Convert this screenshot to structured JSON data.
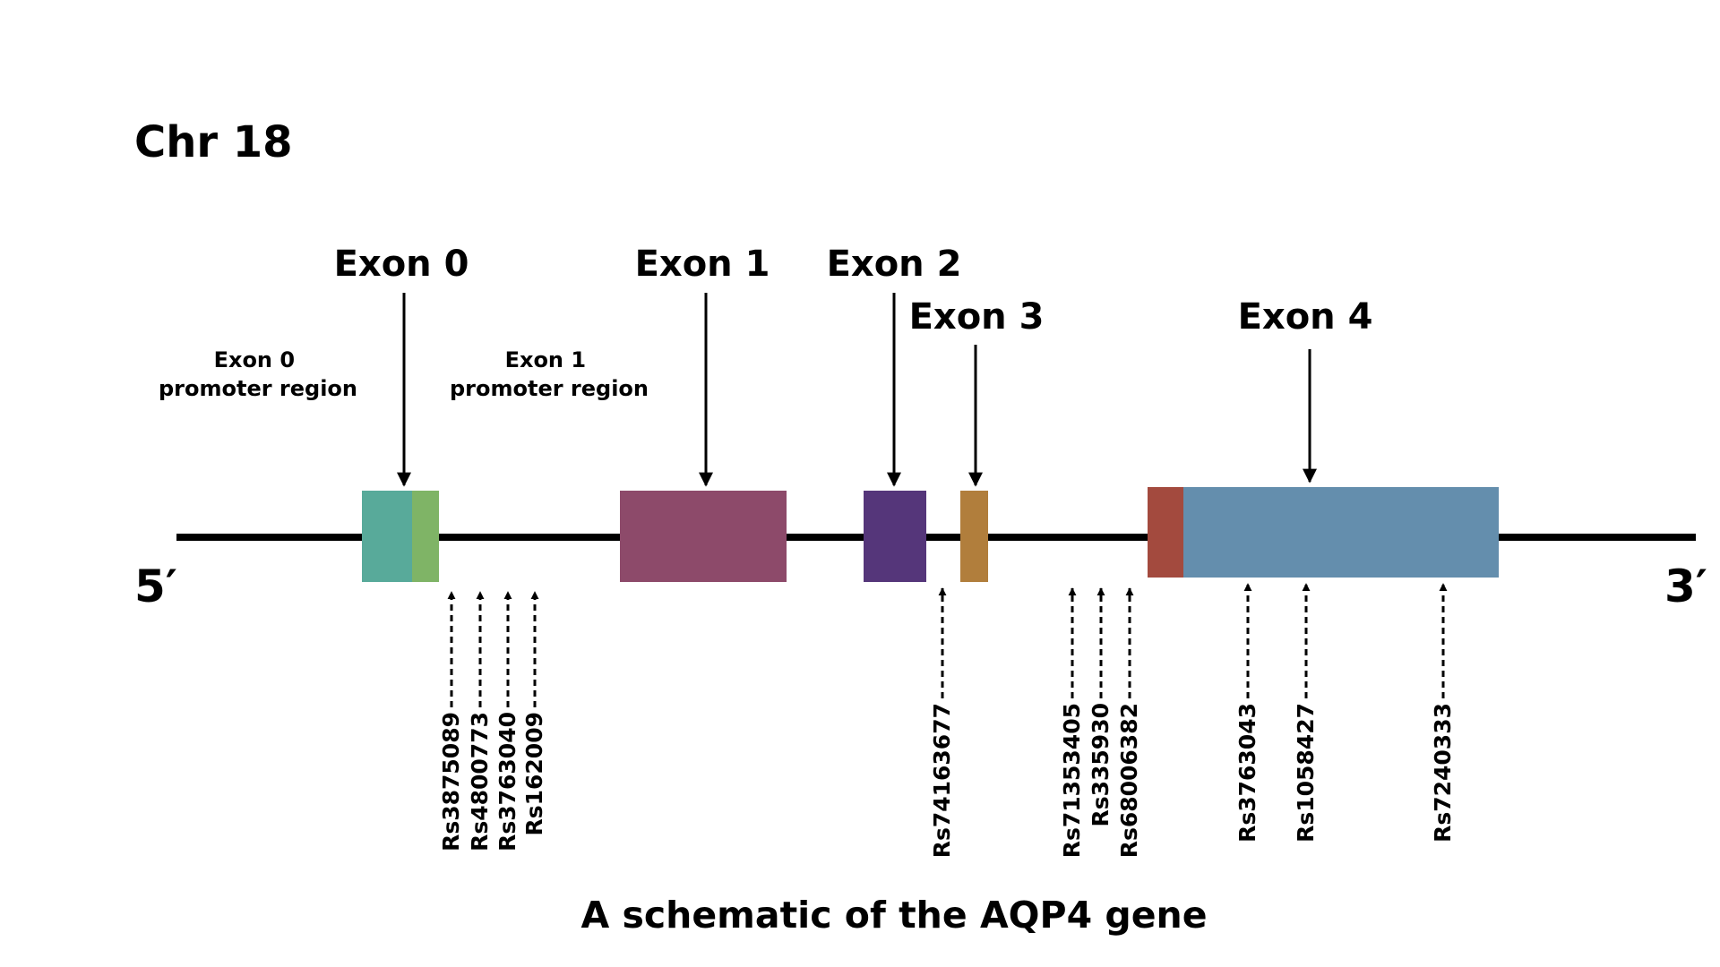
{
  "chromosome_label": "Chr 18",
  "five_prime_label": "5′",
  "three_prime_label": "3′",
  "caption": "A schematic of the AQP4 gene",
  "promoter_regions": [
    {
      "line1": "Exon 0",
      "line2": "promoter region"
    },
    {
      "line1": "Exon 1",
      "line2": "promoter region"
    }
  ],
  "exons": [
    {
      "label": "Exon 0",
      "colors": [
        "#58AA9A",
        "#7FB466"
      ]
    },
    {
      "label": "Exon 1",
      "colors": [
        "#8D4A6A"
      ]
    },
    {
      "label": "Exon 2",
      "colors": [
        "#55367A"
      ]
    },
    {
      "label": "Exon 3",
      "colors": [
        "#B17E3C"
      ]
    },
    {
      "label": "Exon 4",
      "colors": [
        "#A34A3E",
        "#648EAD"
      ]
    }
  ],
  "snps": [
    "Rs3875089",
    "Rs4800773",
    "Rs3763040",
    "Rs162009",
    "Rs74163677",
    "Rs71353405",
    "Rs335930",
    "Rs68006382",
    "Rs3763043",
    "Rs1058427",
    "Rs7240333"
  ]
}
